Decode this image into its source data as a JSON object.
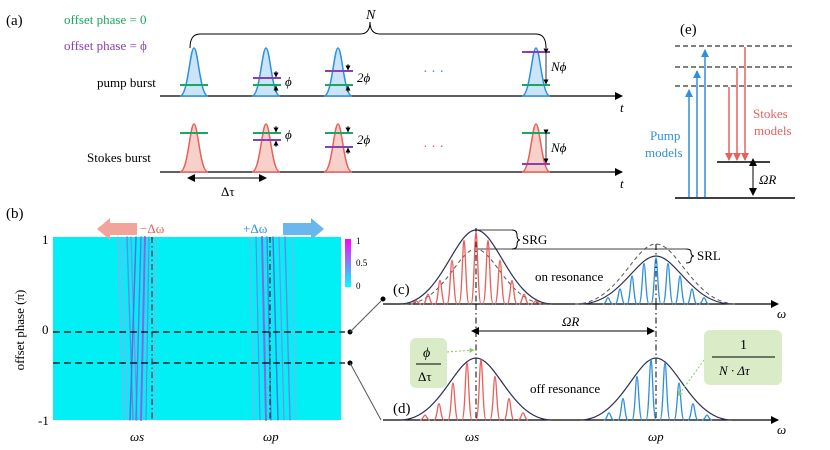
{
  "panels": {
    "a": "(a)",
    "b": "(b)",
    "c": "(c)",
    "d": "(d)",
    "e": "(e)"
  },
  "panel_a": {
    "legend_green": "offset phase = 0",
    "legend_purple": "offset phase = ϕ",
    "burst_count": "N",
    "pump_label": "pump burst",
    "stokes_label": "Stokes burst",
    "shift_labels": [
      "ϕ",
      "2ϕ",
      "Nϕ"
    ],
    "dots": "· · ·",
    "time_axis": "t",
    "delay": "Δτ"
  },
  "panel_b": {
    "ylabel": "offset phase (π)",
    "yticks": [
      "1",
      "0",
      "-1"
    ],
    "xticks": [
      "ωs",
      "ωp"
    ],
    "left_arrow": "−Δω",
    "right_arrow": "+Δω",
    "colorbar_ticks": [
      "1",
      "0.5",
      "0"
    ]
  },
  "panel_cd": {
    "srg": "SRG",
    "srl": "SRL",
    "on_resonance": "on resonance",
    "off_resonance": "off resonance",
    "omega_r": "ΩR",
    "freq_axis": "ω",
    "xticks": [
      "ωs",
      "ωp"
    ],
    "phi_over_dt_num": "ϕ",
    "phi_over_dt_den": "Δτ",
    "inv_num": "1",
    "inv_den": "N · Δτ"
  },
  "panel_e": {
    "pump_models": [
      "Pump",
      "models"
    ],
    "stokes_models": [
      "Stokes",
      "models"
    ],
    "omega_r": "ΩR"
  },
  "colors": {
    "green": "#1aa860",
    "purple": "#8a3fb3",
    "blue": "#2e8fe0",
    "red": "#e8605a",
    "cyan": "#00f0f5",
    "pink": "#f2a49c",
    "lightblue": "#6ab7ee",
    "callout": "#d9ecc7"
  }
}
